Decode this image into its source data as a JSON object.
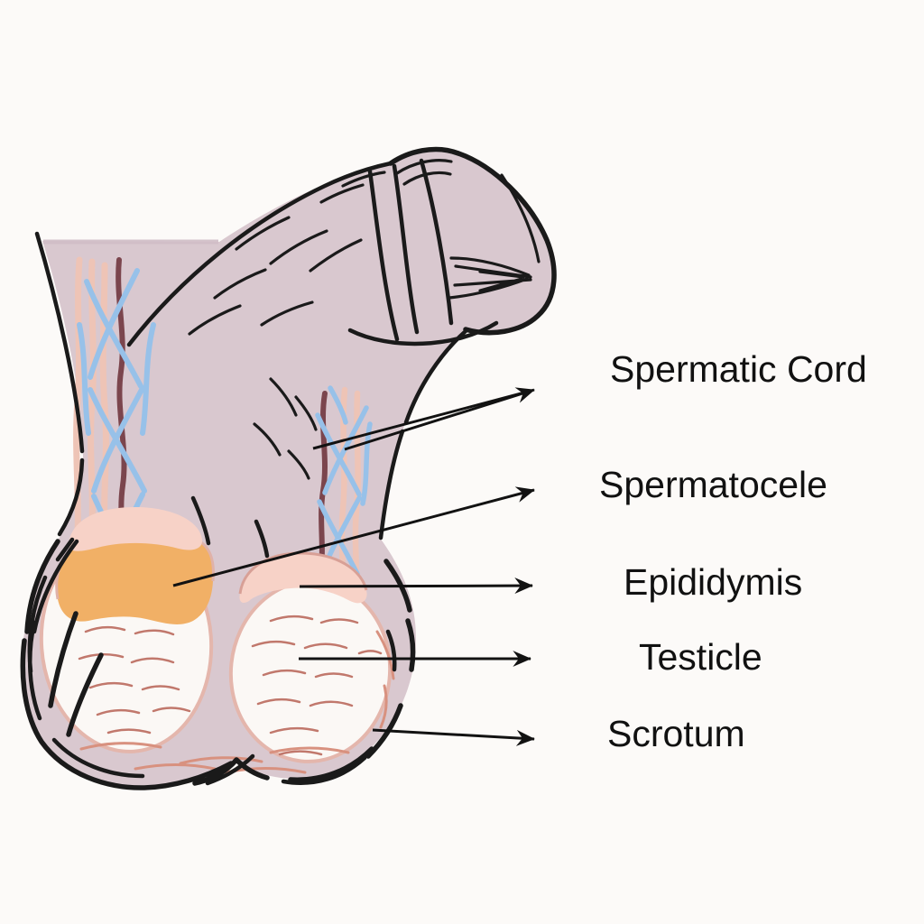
{
  "diagram": {
    "background_color": "#fcfaf8",
    "labels": [
      {
        "id": "spermatic-cord",
        "text": "Spermatic Cord"
      },
      {
        "id": "spermatocele",
        "text": "Spermatocele"
      },
      {
        "id": "epididymis",
        "text": "Epididymis"
      },
      {
        "id": "testicle",
        "text": "Testicle"
      },
      {
        "id": "scrotum",
        "text": "Scrotum"
      }
    ],
    "colors": {
      "skin": "#d9c8cf",
      "skin_top_edge": "#cfbcc5",
      "outline": "#1a1a1a",
      "vein_blue": "#97c1e9",
      "vein_salmon": "#eec4b6",
      "vein_maroon": "#7b454d",
      "testicle_fill": "#fbf8f5",
      "testicle_outline": "#e4b6ac",
      "epididymis_fill": "#f7d2c7",
      "epididymis_outline": "#d8a096",
      "spermatocele_fill": "#f1b066",
      "spermatocele_outline": "#e0b2a8",
      "tissue_squiggle": "#c1786c",
      "skin_squiggle": "#d8917f",
      "arrow": "#121212",
      "label_text": "#111111"
    }
  }
}
